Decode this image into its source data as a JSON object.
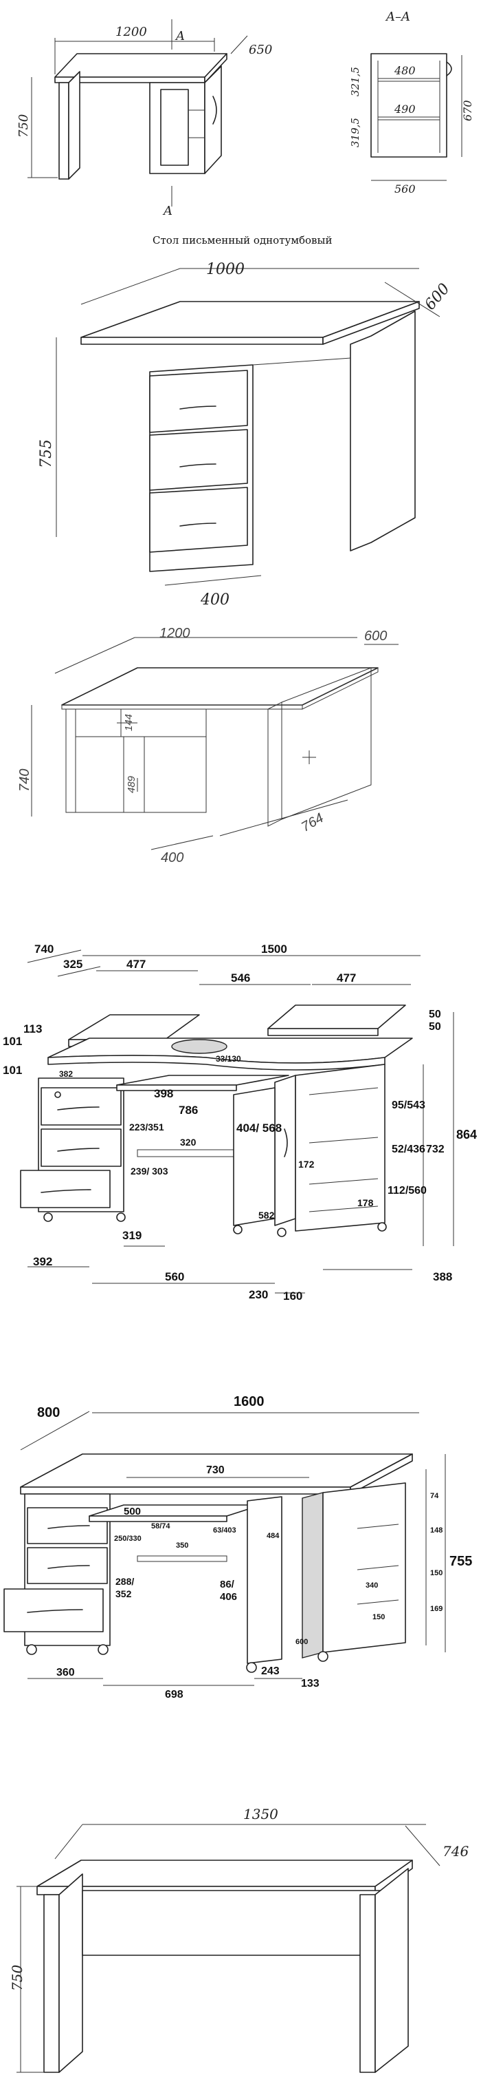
{
  "desk1": {
    "dims": [
      "1200",
      "650",
      "750",
      "A",
      "A"
    ],
    "section": {
      "title": "A–A",
      "labels": [
        "321,5",
        "319,5",
        "480",
        "490",
        "670",
        "560"
      ]
    },
    "caption": "Стол письменный однотумбовый"
  },
  "desk2": {
    "dims": [
      "1000",
      "600",
      "755",
      "400"
    ]
  },
  "desk3": {
    "dims": [
      "1200",
      "600",
      "740",
      "144",
      "489",
      "400",
      "764"
    ]
  },
  "desk4": {
    "dims": [
      "740",
      "1500",
      "325",
      "477",
      "546",
      "477",
      "113",
      "101",
      "101",
      "382",
      "33/130",
      "50",
      "50",
      "398",
      "786",
      "223/351",
      "320",
      "239/\n303",
      "404/\n568",
      "95/543",
      "52/436",
      "112/560",
      "864",
      "732",
      "172",
      "178",
      "582",
      "319",
      "392",
      "560",
      "230",
      "160",
      "388"
    ]
  },
  "desk5": {
    "dims": [
      "800",
      "1600",
      "730",
      "500",
      "58/74",
      "250/330",
      "350",
      "63/403",
      "484",
      "74",
      "148",
      "150",
      "169",
      "755",
      "340",
      "150",
      "86/",
      "406",
      "288/",
      "352",
      "600",
      "360",
      "698",
      "243",
      "133"
    ]
  },
  "desk6": {
    "dims": [
      "1350",
      "746",
      "750"
    ]
  }
}
